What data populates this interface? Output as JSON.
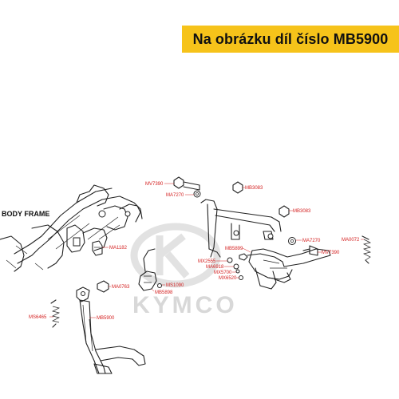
{
  "banner": {
    "text": "Na obrázku díl číslo MB5900"
  },
  "frame_label": "BODY   FRAME",
  "watermark": {
    "text": "KYMCO",
    "color": "#d8d8d8"
  },
  "colors": {
    "banner_bg": "#f6c31a",
    "label_red": "#d42020",
    "line": "#222222"
  },
  "labels": {
    "mv7390_a": "MV7390",
    "ma7270_a": "MA7270",
    "mb3083_a": "MB3083",
    "mb3083_b": "MB3083",
    "ma1182": "MA1182",
    "mb5899": "MB5899",
    "ma7270_b": "MA7270",
    "ma0072": "MA0072",
    "mv7390_b": "MV7390",
    "mx2555": "MX2555",
    "ma6918": "MA6918",
    "mx5700": "MX5700",
    "mx6520": "MX6520",
    "ma0763": "MA0763",
    "ms1090": "MS1090",
    "mb5898": "MB5898",
    "ms6465": "MS6465",
    "mb5900": "MB5900"
  }
}
